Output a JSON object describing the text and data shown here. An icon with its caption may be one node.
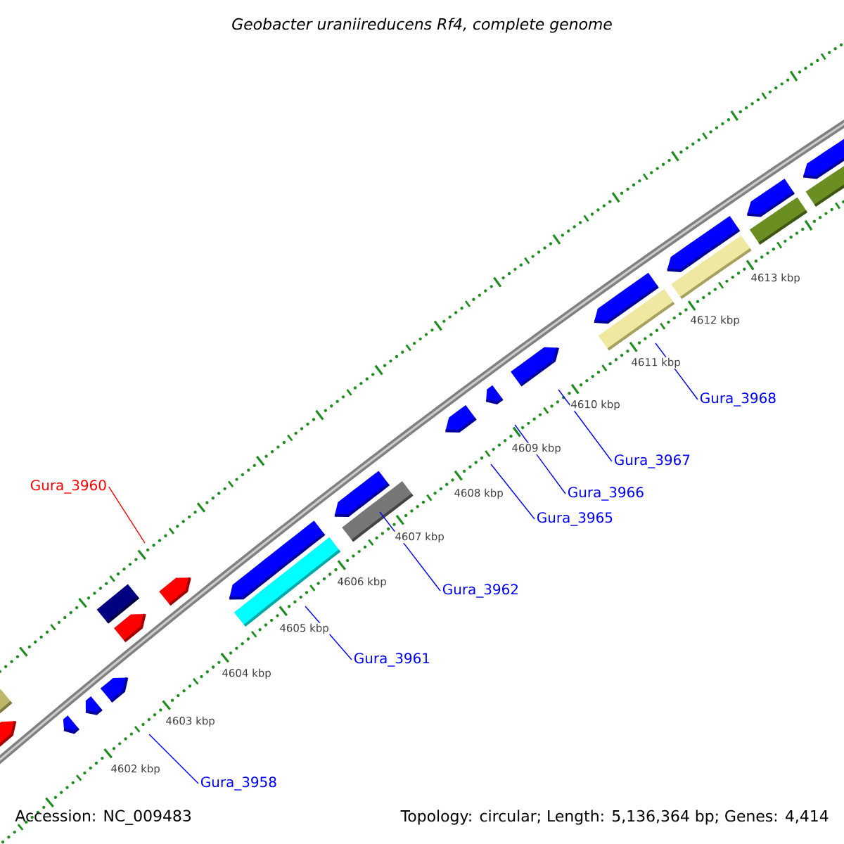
{
  "diagram": {
    "title": "Geobacter uraniireducens Rf4, complete genome",
    "nodes": [
      {
        "text": [
          "Gura_3960"
        ]
      },
      {
        "text": [
          "Gura_3968"
        ]
      },
      {
        "text": [
          "Gura_3967"
        ]
      },
      {
        "text": [
          "Gura_3966"
        ]
      },
      {
        "text": [
          "Gura_3965"
        ]
      },
      {
        "text": [
          "Gura_3962"
        ]
      },
      {
        "text": [
          "Gura_3961"
        ]
      },
      {
        "text": [
          "Gura_3958"
        ]
      }
    ],
    "edges": [
      {
        "from": 0,
        "to": null,
        "arrow": "none",
        "color": "#ff0000"
      },
      {
        "from": 1,
        "to": null,
        "arrow": "none"
      },
      {
        "from": 2,
        "to": null,
        "arrow": "none"
      },
      {
        "from": 3,
        "to": null,
        "arrow": "none"
      },
      {
        "from": 4,
        "to": null,
        "arrow": "none"
      },
      {
        "from": 5,
        "to": null,
        "arrow": "none"
      },
      {
        "from": 6,
        "to": null,
        "arrow": "none"
      },
      {
        "from": 7,
        "to": null,
        "arrow": "none"
      }
    ],
    "labels": [
      "4613 kbp",
      "4612 kbp",
      "4611 kbp",
      "4610 kbp",
      "4609 kbp",
      "4608 kbp",
      "4607 kbp",
      "4606 kbp",
      "4605 kbp",
      "4604 kbp",
      "4603 kbp",
      "4602 kbp",
      "Accession: NC_009483",
      "Topology: circular; Length: 5,136,364 bp; Genes: 4,414"
    ]
  }
}
